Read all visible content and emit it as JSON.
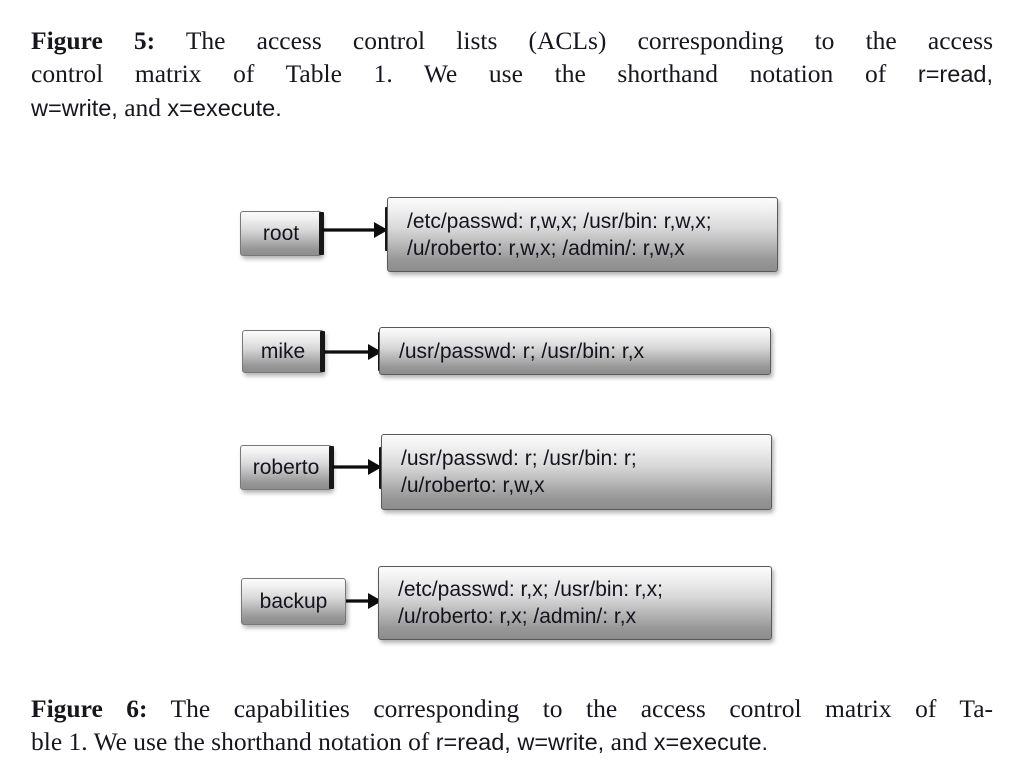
{
  "figure": {
    "top_caption": {
      "label": "Figure 5:",
      "line1_rest": " The access control lists (ACLs) corresponding to the access",
      "line2": "control matrix of Table 1.  We use the shorthand notation of ",
      "line2_tail": "r=read,",
      "line3_a": "w=write,",
      "line3_b": " and ",
      "line3_c": "x=execute."
    },
    "bottom_caption": {
      "label": "Figure 6:",
      "line1_rest": " The capabilities corresponding to the access control matrix of Ta-",
      "line2_a": "ble 1. We use the shorthand notation of ",
      "line2_b": "r=read, w=write,",
      "line2_c": " and ",
      "line2_d": "x=execute."
    },
    "diagram_type": "acl-mapping",
    "rows": [
      {
        "principal": "root",
        "acl": "/etc/passwd: r,w,x; /usr/bin: r,w,x;\n/u/roberto: r,w,x; /admin/: r,w,x",
        "has_stubs": true
      },
      {
        "principal": "mike",
        "acl": "/usr/passwd: r; /usr/bin: r,x",
        "has_stubs": true
      },
      {
        "principal": "roberto",
        "acl": "/usr/passwd: r; /usr/bin: r;\n/u/roberto: r,w,x",
        "has_stubs": true
      },
      {
        "principal": "backup",
        "acl": "/etc/passwd: r,x; /usr/bin: r,x;\n/u/roberto: r,x; /admin/: r,x",
        "has_stubs": false
      }
    ],
    "colors": {
      "text": "#14141f",
      "box_border": "#6e6e6e",
      "box_top": "#fbfbfb",
      "box_bottom": "#8d8d8d",
      "arrow": "#0c0c0c",
      "page_background": "#ffffff"
    }
  }
}
